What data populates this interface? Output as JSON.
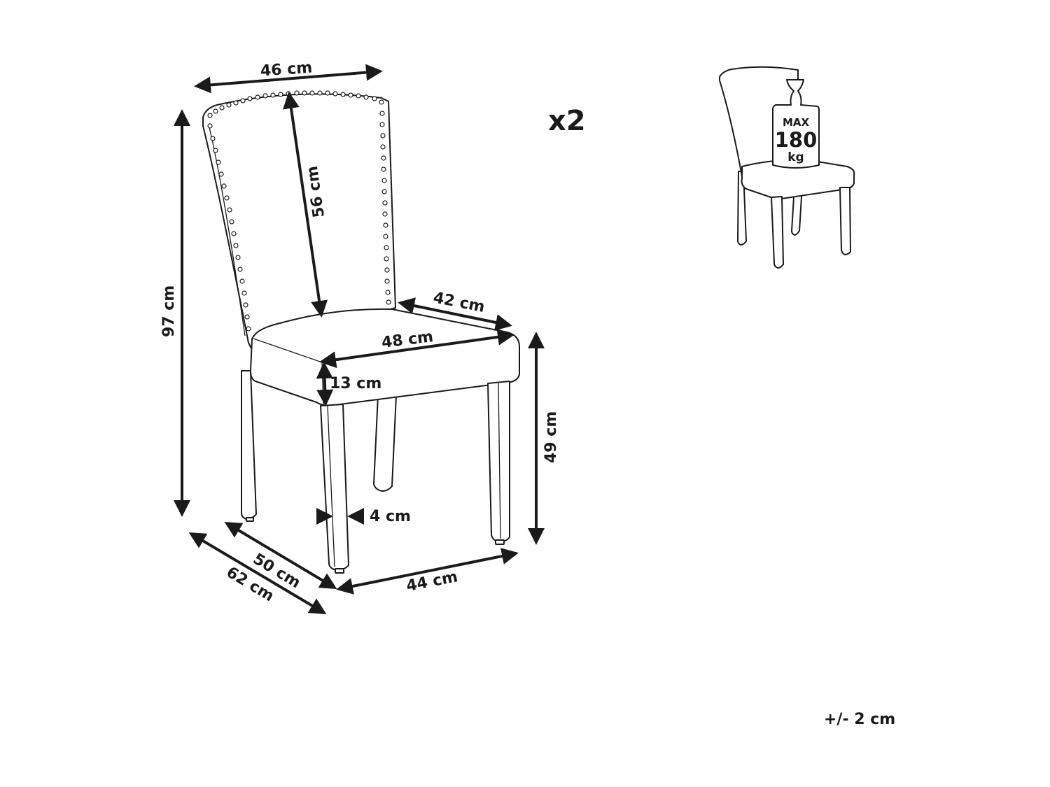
{
  "diagram": {
    "type": "product-dimension-drawing",
    "subject": "dining chair",
    "quantity_label": "x2",
    "tolerance_label": "+/- 2 cm",
    "dimensions": {
      "back_width": "46 cm",
      "back_height": "56 cm",
      "total_height": "97 cm",
      "seat_depth": "42 cm",
      "seat_width": "48 cm",
      "seat_thickness": "13 cm",
      "seat_height": "49 cm",
      "leg_width": "4 cm",
      "leg_depth_span": "50 cm",
      "total_depth": "62 cm",
      "leg_width_span": "44 cm"
    },
    "load_badge": {
      "line1": "MAX",
      "line2": "180",
      "line3": "kg"
    }
  }
}
